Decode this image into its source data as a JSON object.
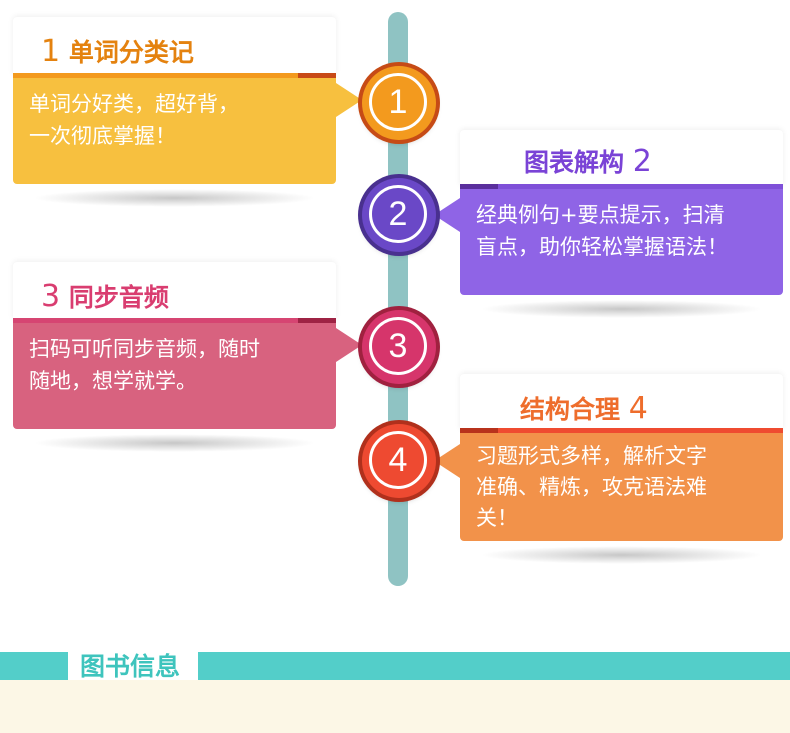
{
  "timeline": {
    "items": [
      {
        "number": "1",
        "title": "单词分类记",
        "lines": [
          "单词分好类，超好背，",
          "一次彻底掌握！"
        ],
        "color": "#f7c03f",
        "stripe": "#f39a1e",
        "stripe_dark": "#c84a17",
        "title_color": "#e4820f",
        "circle": "#f39a1e",
        "circle_rim": "#c64b16"
      },
      {
        "number": "2",
        "title": "图表解构",
        "lines": [
          "经典例句+要点提示，扫清",
          "盲点，助你轻松掌握语法！"
        ],
        "color": "#8f64e6",
        "stripe": "#7f50d8",
        "stripe_dark": "#5a2f9c",
        "title_color": "#7a43d6",
        "circle": "#6a48c7",
        "circle_rim": "#49308f"
      },
      {
        "number": "3",
        "title": "同步音频",
        "lines": [
          "扫码可听同步音频，随时",
          "随地，想学就学。"
        ],
        "color": "#d8627f",
        "stripe": "#d64572",
        "stripe_dark": "#9e2344",
        "title_color": "#d93d70",
        "circle": "#d6356b",
        "circle_rim": "#a0213f"
      },
      {
        "number": "4",
        "title": "结构合理",
        "lines": [
          "习题形式多样，解析文字",
          "准确、精炼，攻克语法难",
          "关！"
        ],
        "color": "#f2924a",
        "stripe": "#ef4b30",
        "stripe_dark": "#b8321c",
        "title_color": "#ee6d2c",
        "circle": "#ee4a31",
        "circle_rim": "#b0301c"
      }
    ]
  },
  "footer": {
    "label": "图书信息"
  },
  "colors": {
    "timeline_bar": "#8fc3c3",
    "footer_band": "#53cec9",
    "footer_cream": "#fcf7e6"
  }
}
